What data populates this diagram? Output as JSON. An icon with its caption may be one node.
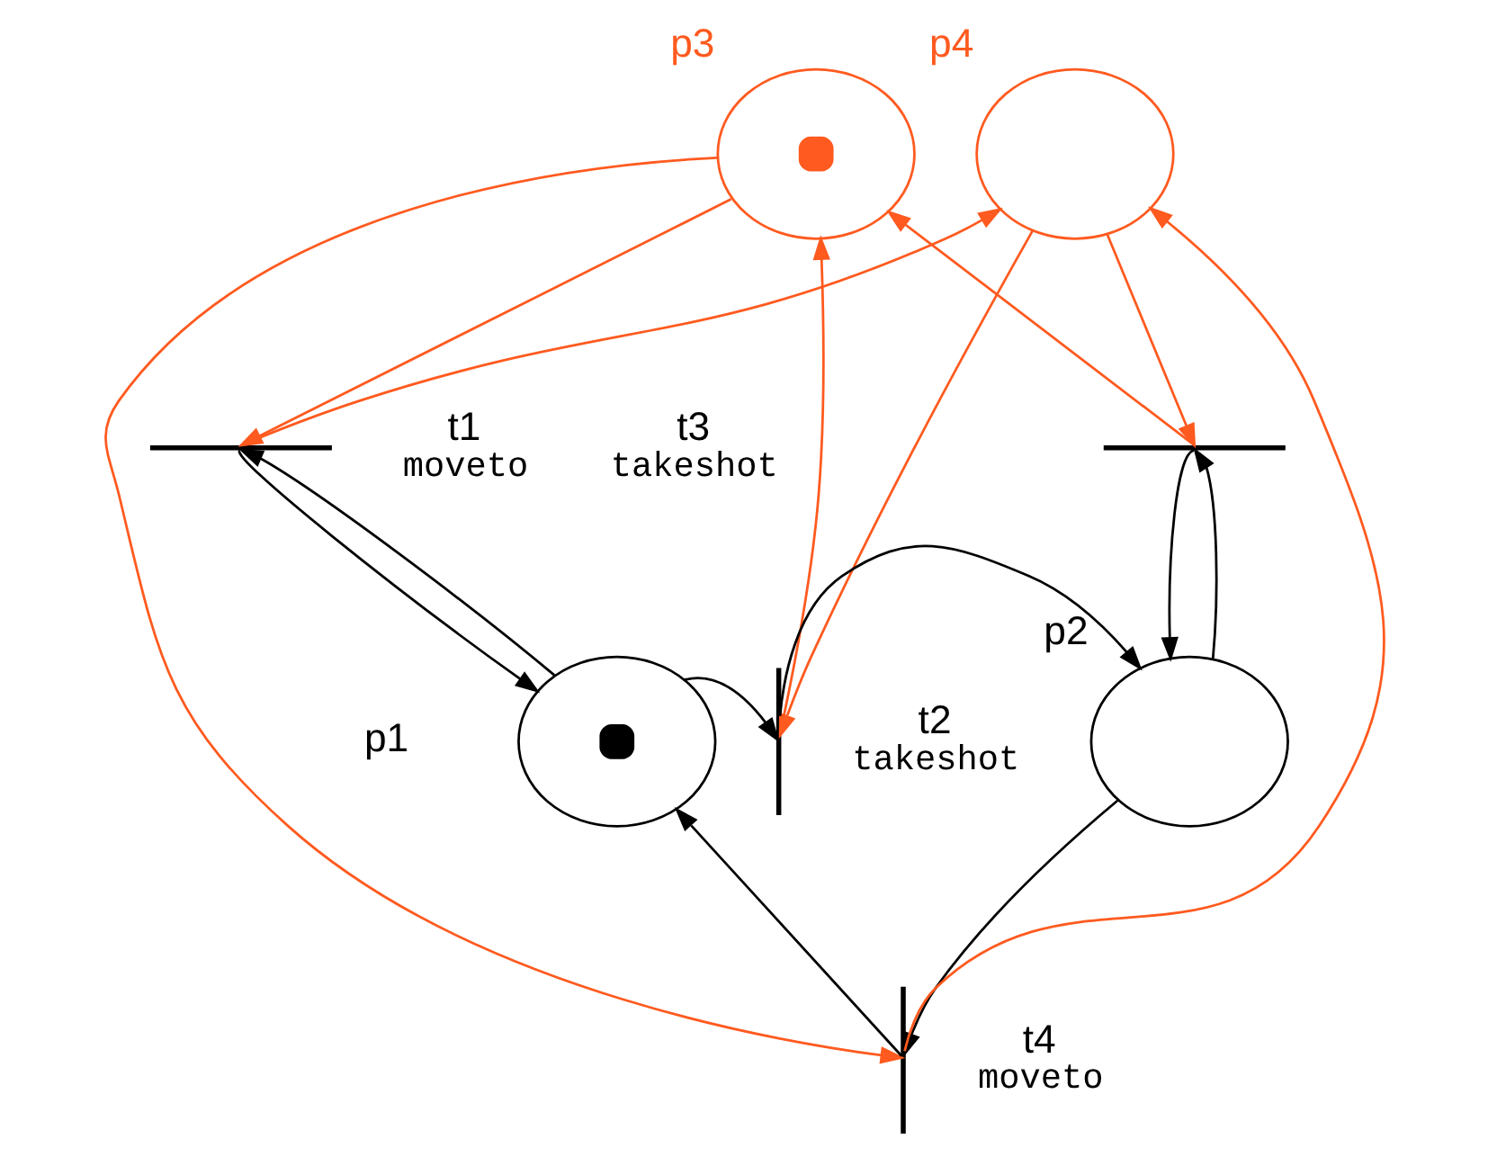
{
  "diagram": {
    "nodes": [
      {
        "text": [],
        "shape": "circle",
        "beside": [
          "p3"
        ]
      },
      {
        "text": [],
        "shape": "circle",
        "beside": [
          "p4"
        ]
      },
      {
        "text": [],
        "shape": "bar",
        "beside": [
          "t1",
          "moveto"
        ]
      },
      {
        "text": [],
        "shape": "bar",
        "beside": [
          "t3",
          "takeshot"
        ]
      },
      {
        "text": [],
        "shape": "circle",
        "beside": [
          "p1"
        ]
      },
      {
        "text": [],
        "shape": "bar",
        "beside": [
          "t2",
          "takeshot"
        ]
      },
      {
        "text": [],
        "shape": "circle",
        "beside": [
          "p2"
        ]
      },
      {
        "text": [],
        "shape": "bar",
        "beside": [
          "t4",
          "moveto"
        ]
      }
    ],
    "edges": [
      {
        "from": 0,
        "to": 2,
        "arrow": "to",
        "color": "#ff5a1f"
      },
      {
        "from": 2,
        "to": 1,
        "arrow": "to",
        "color": "#ff5a1f"
      },
      {
        "from": 5,
        "to": 0,
        "arrow": "to",
        "color": "#ff5a1f"
      },
      {
        "from": 1,
        "to": 5,
        "arrow": "to",
        "color": "#ff5a1f"
      },
      {
        "from": 3,
        "to": 0,
        "arrow": "to",
        "color": "#ff5a1f"
      },
      {
        "from": 1,
        "to": 3,
        "arrow": "to",
        "color": "#ff5a1f"
      },
      {
        "from": 0,
        "to": 7,
        "arrow": "to",
        "color": "#ff5a1f"
      },
      {
        "from": 7,
        "to": 1,
        "arrow": "to",
        "color": "#ff5a1f"
      },
      {
        "from": 4,
        "to": 2,
        "arrow": "to",
        "color": "#000000"
      },
      {
        "from": 2,
        "to": 4,
        "arrow": "to",
        "color": "#000000"
      },
      {
        "from": 4,
        "to": 5,
        "arrow": "to",
        "color": "#000000"
      },
      {
        "from": 5,
        "to": 6,
        "arrow": "to",
        "color": "#000000"
      },
      {
        "from": 6,
        "to": 3,
        "arrow": "to",
        "color": "#000000"
      },
      {
        "from": 3,
        "to": 6,
        "arrow": "to",
        "color": "#000000"
      },
      {
        "from": 6,
        "to": 7,
        "arrow": "to",
        "color": "#000000"
      },
      {
        "from": 7,
        "to": 4,
        "arrow": "to",
        "color": "#000000"
      }
    ]
  }
}
